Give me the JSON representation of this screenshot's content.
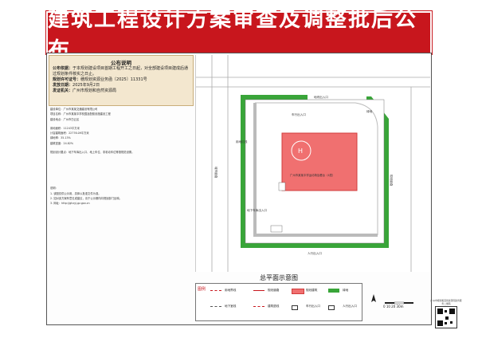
{
  "banner": {
    "title": "建筑工程设计方案审查及调整批后公布"
  },
  "notice": {
    "title": "公布说明",
    "line1_label": "公布依据：",
    "line1_text": "于本规划建设项目首期工程开工之日起，对全部建设项目建成后通过规划条件核实之日止。",
    "line2_label": "规划许可证号：",
    "line2_text": "穗规划资源业务函〔2025〕11331号",
    "line3_label": "发放日期：",
    "line3_text": "2025年9月2日",
    "line4_label": "发证机关：",
    "line4_text": "广州市规划和自然资源局"
  },
  "notes": [
    "建设单位：广州市某某交通建设有限公司",
    "项目名称：广州市某某中学校园及配套设施建设工程",
    "建设地点：广州市白云区",
    "用地面积：11243平方米",
    "计容建筑面积：22776.09平方米",
    "绿地率：35.13%",
    "建筑密度：24.82%",
    "规划设计要点：地下车库出入口、地上车位、非机动车位等按规范设置。",
    "说明：",
    "1. 该图仅供公示用，具体以批准文件为准。",
    "2. 如对该方案有意见或建议，请于公示期内向规划部门反映。",
    "3. 网址：http://ghzyj.gz.gov.cn"
  ],
  "plan": {
    "building_label": "广州市某某中学运动场及看台（4层）",
    "helipad": "H",
    "labels": [
      "城市道路",
      "地块出入口",
      "车行出入口",
      "规划道路",
      "人行出入口",
      "地下车库出入口",
      "绿地",
      "用地红线"
    ]
  },
  "legend": {
    "title": "总平面示意图",
    "head": "图例",
    "items": [
      "用地界线",
      "规划道路",
      "规划建筑",
      "绿地",
      "地下室线",
      "建筑退线",
      "车行出入口",
      "人行出入口"
    ],
    "scale_text": "0  10  20  30m"
  },
  "qr_caption": "广州市规划和自然资源局政务服务二维码",
  "colors": {
    "banner": "#c8161d",
    "green": "#39a539",
    "building": "#f07070",
    "building_border": "#d23b3b"
  }
}
